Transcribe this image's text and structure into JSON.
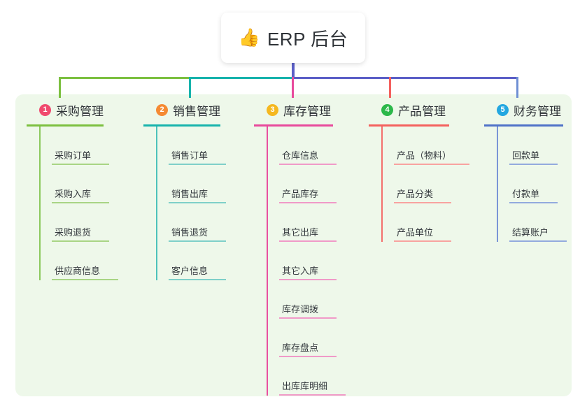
{
  "root": {
    "emoji": "👍",
    "emoji_name": "thumbs-up-icon",
    "label": "ERP 后台"
  },
  "palette": {
    "panel_bg": "#eef8ea",
    "page_bg": "#ffffff",
    "text": "#2f3338",
    "trunk": "#5b5fc7",
    "hbar_left_green": "#7cc040",
    "hbar_teal": "#17b3ac",
    "hbar_right_indigo": "#5b5fc7"
  },
  "columns": [
    {
      "index": "1",
      "title": "采购管理",
      "badge_color": "#f04a6e",
      "rule_color": "#7cc040",
      "leaf_rule_color": "#a9d585",
      "spine_color": "#8cc95e",
      "stub_color": "#7cc040",
      "items": [
        "采购订单",
        "采购入库",
        "采购退货",
        "供应商信息"
      ]
    },
    {
      "index": "2",
      "title": "销售管理",
      "badge_color": "#f58a33",
      "rule_color": "#17b3ac",
      "leaf_rule_color": "#7fd0c9",
      "spine_color": "#4cc2bb",
      "stub_color": "#17b3ac",
      "items": [
        "销售订单",
        "销售出库",
        "销售退货",
        "客户信息"
      ]
    },
    {
      "index": "3",
      "title": "库存管理",
      "badge_color": "#f5b820",
      "rule_color": "#e84a9c",
      "leaf_rule_color": "#f09ac8",
      "spine_color": "#e8509f",
      "stub_color": "#e84a9c",
      "items": [
        "仓库信息",
        "产品库存",
        "其它出库",
        "其它入库",
        "库存调拨",
        "库存盘点",
        "出库库明细"
      ]
    },
    {
      "index": "4",
      "title": "产品管理",
      "badge_color": "#2cb84a",
      "rule_color": "#f4615e",
      "leaf_rule_color": "#f8a3a0",
      "spine_color": "#f4706d",
      "stub_color": "#f4615e",
      "items": [
        "产品（物料）",
        "产品分类",
        "产品单位"
      ]
    },
    {
      "index": "5",
      "title": "财务管理",
      "badge_color": "#23a7e0",
      "rule_color": "#4f72c8",
      "leaf_rule_color": "#93aade",
      "spine_color": "#7a95d6",
      "stub_color": "#6f8fd4",
      "items": [
        "回款单",
        "付款单",
        "结算账户"
      ]
    }
  ]
}
